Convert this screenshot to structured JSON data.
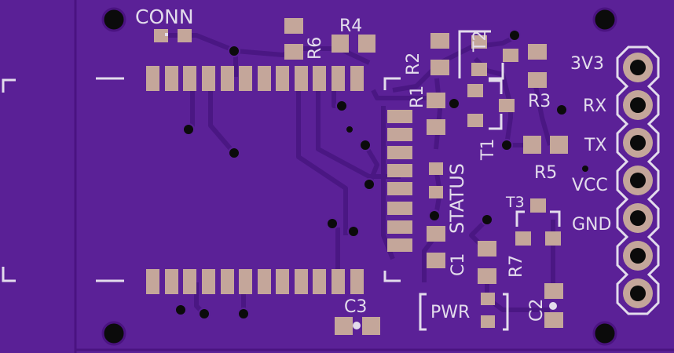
{
  "colors": {
    "board": "#5b2197",
    "board_edge": "#4a1380",
    "trace": "#4a1783",
    "pad": "#c4a69a",
    "silk": "#e3dcec",
    "hole": "#0b0b0b"
  },
  "header": {
    "title": "CONN"
  },
  "parts": {
    "r1": "R1",
    "r2": "R2",
    "r3": "R3",
    "r4": "R4",
    "r5": "R5",
    "r6": "R6",
    "r7": "R7",
    "t1": "T1",
    "t2": "T2",
    "t3": "T3",
    "c1": "C1",
    "c2": "C2",
    "c3": "C3",
    "status": "STATUS",
    "pwr": "PWR"
  },
  "pins": {
    "p3v3": "3V3",
    "rx": "RX",
    "tx": "TX",
    "vcc": "VCC",
    "gnd": "GND"
  }
}
